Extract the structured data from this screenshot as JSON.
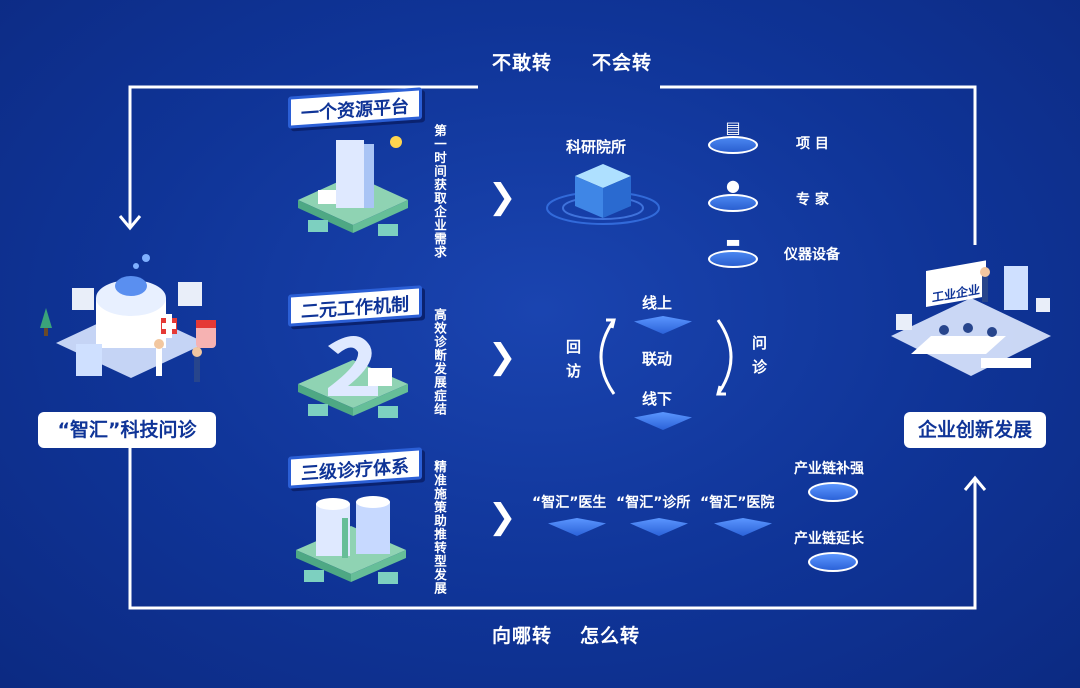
{
  "top_text": {
    "a": "不敢转",
    "b": "不会转"
  },
  "bottom_text": {
    "a": "向哪转",
    "b": "怎么转"
  },
  "left_label": "“智汇”科技问诊",
  "right_label": "企业创新发展",
  "tiers": [
    {
      "title": "一个资源平台",
      "desc": "第一时间获取企业需求"
    },
    {
      "title": "二元工作机制",
      "desc": "高效诊断发展症结"
    },
    {
      "title": "三级诊疗体系",
      "desc": "精准施策助推转型发展"
    }
  ],
  "research": {
    "label": "科研院所",
    "items": [
      {
        "label": "项 目",
        "icon": "layers-icon"
      },
      {
        "label": "专 家",
        "icon": "person-icon"
      },
      {
        "label": "仪器设备",
        "icon": "router-icon"
      }
    ]
  },
  "cycle": {
    "top": "线上",
    "center": "联动",
    "bottom": "线下",
    "left_a": "回",
    "left_b": "访",
    "right_a": "问",
    "right_b": "诊"
  },
  "clinic": {
    "doctor": "“智汇”医生",
    "clinic": "“智汇”诊所",
    "hospital": "“智汇”医院"
  },
  "chain": {
    "strengthen": "产业链补强",
    "extend": "产业链延长"
  },
  "illustration_text": {
    "enterprise_sign": "工业企业"
  }
}
